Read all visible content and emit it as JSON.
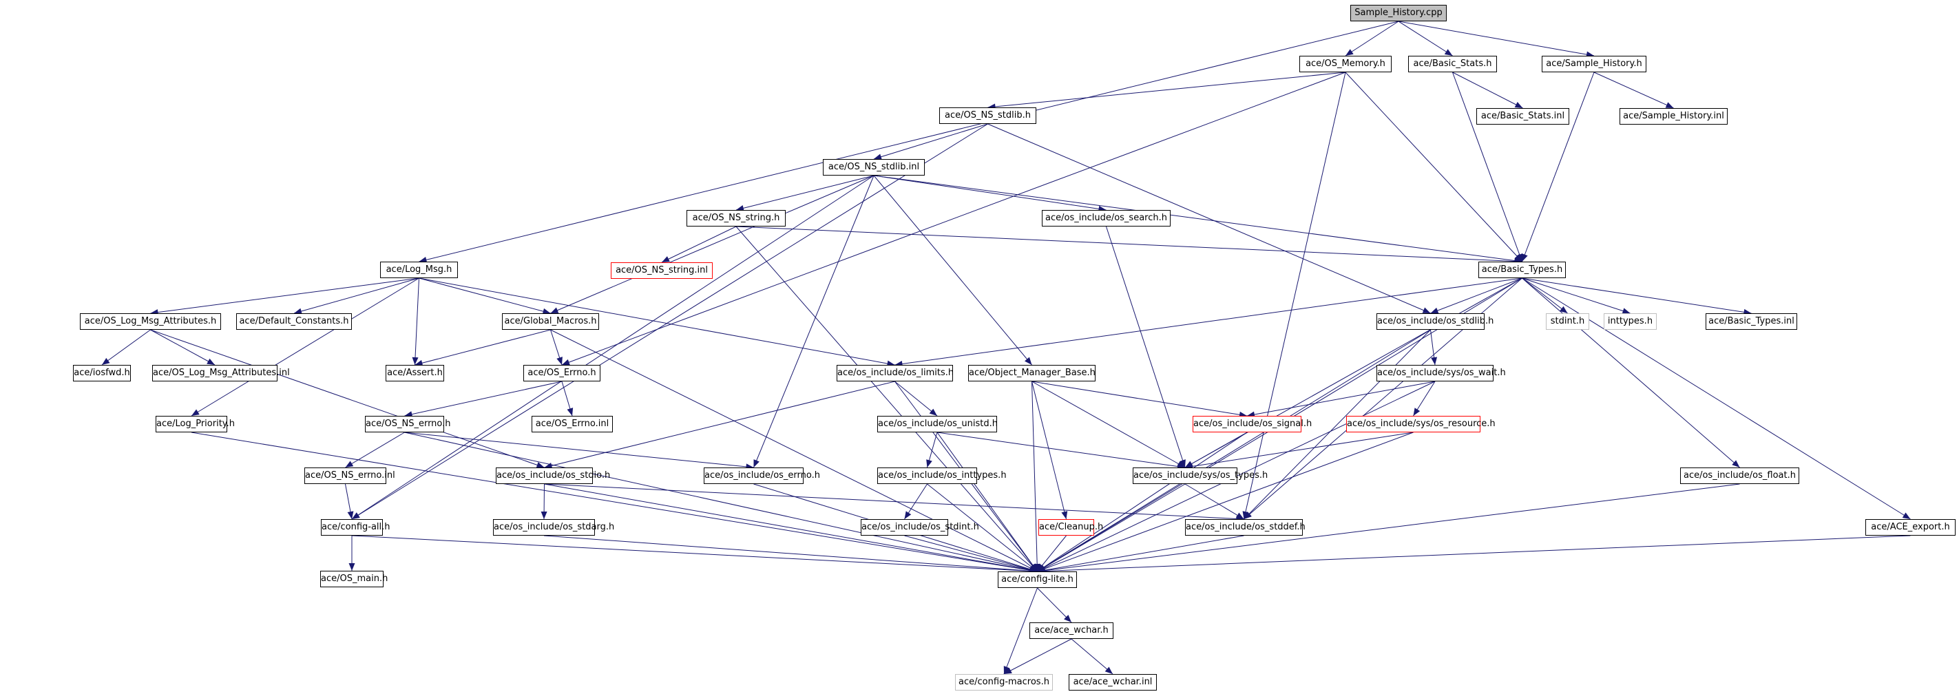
{
  "title": "Sample_History.cpp include dependency graph",
  "colors": {
    "edge": "#191970",
    "root_fill": "#bfbfbf",
    "normal_border": "#000000",
    "missing_border": "#ff0000",
    "system_border": "#bfbfbf"
  },
  "nodes": [
    {
      "id": "sample_history_cpp",
      "label": "Sample_History.cpp",
      "kind": "root"
    },
    {
      "id": "os_memory_h",
      "label": "ace/OS_Memory.h",
      "kind": "normal"
    },
    {
      "id": "basic_stats_h",
      "label": "ace/Basic_Stats.h",
      "kind": "normal"
    },
    {
      "id": "sample_history_h",
      "label": "ace/Sample_History.h",
      "kind": "normal"
    },
    {
      "id": "basic_stats_inl",
      "label": "ace/Basic_Stats.inl",
      "kind": "normal"
    },
    {
      "id": "sample_history_inl",
      "label": "ace/Sample_History.inl",
      "kind": "normal"
    },
    {
      "id": "os_ns_stdlib_h",
      "label": "ace/OS_NS_stdlib.h",
      "kind": "normal"
    },
    {
      "id": "os_ns_stdlib_inl",
      "label": "ace/OS_NS_stdlib.inl",
      "kind": "normal"
    },
    {
      "id": "os_ns_string_h",
      "label": "ace/OS_NS_string.h",
      "kind": "normal"
    },
    {
      "id": "os_search_h",
      "label": "ace/os_include/os_search.h",
      "kind": "normal"
    },
    {
      "id": "os_ns_string_inl",
      "label": "ace/OS_NS_string.inl",
      "kind": "missing"
    },
    {
      "id": "log_msg_h",
      "label": "ace/Log_Msg.h",
      "kind": "normal"
    },
    {
      "id": "basic_types_h",
      "label": "ace/Basic_Types.h",
      "kind": "normal"
    },
    {
      "id": "os_log_msg_attr_h",
      "label": "ace/OS_Log_Msg_Attributes.h",
      "kind": "normal"
    },
    {
      "id": "default_constants_h",
      "label": "ace/Default_Constants.h",
      "kind": "normal"
    },
    {
      "id": "global_macros_h",
      "label": "ace/Global_Macros.h",
      "kind": "normal"
    },
    {
      "id": "os_stdlib_h",
      "label": "ace/os_include/os_stdlib.h",
      "kind": "normal"
    },
    {
      "id": "stdint_h",
      "label": "stdint.h",
      "kind": "system"
    },
    {
      "id": "inttypes_h",
      "label": "inttypes.h",
      "kind": "system"
    },
    {
      "id": "basic_types_inl",
      "label": "ace/Basic_Types.inl",
      "kind": "normal"
    },
    {
      "id": "iosfwd_h",
      "label": "ace/iosfwd.h",
      "kind": "normal"
    },
    {
      "id": "os_log_msg_attr_inl",
      "label": "ace/OS_Log_Msg_Attributes.inl",
      "kind": "normal"
    },
    {
      "id": "assert_h",
      "label": "ace/Assert.h",
      "kind": "normal"
    },
    {
      "id": "os_errno_h_ace",
      "label": "ace/OS_Errno.h",
      "kind": "normal"
    },
    {
      "id": "os_limits_h",
      "label": "ace/os_include/os_limits.h",
      "kind": "normal"
    },
    {
      "id": "object_manager_base_h",
      "label": "ace/Object_Manager_Base.h",
      "kind": "normal"
    },
    {
      "id": "os_wait_h",
      "label": "ace/os_include/sys/os_wait.h",
      "kind": "normal"
    },
    {
      "id": "log_priority_h",
      "label": "ace/Log_Priority.h",
      "kind": "normal"
    },
    {
      "id": "os_ns_errno_h",
      "label": "ace/OS_NS_errno.h",
      "kind": "normal"
    },
    {
      "id": "os_errno_inl",
      "label": "ace/OS_Errno.inl",
      "kind": "normal"
    },
    {
      "id": "os_unistd_h",
      "label": "ace/os_include/os_unistd.h",
      "kind": "normal"
    },
    {
      "id": "os_signal_h",
      "label": "ace/os_include/os_signal.h",
      "kind": "missing"
    },
    {
      "id": "os_resource_h",
      "label": "ace/os_include/sys/os_resource.h",
      "kind": "missing"
    },
    {
      "id": "os_ns_errno_inl",
      "label": "ace/OS_NS_errno.inl",
      "kind": "normal"
    },
    {
      "id": "os_stdio_h",
      "label": "ace/os_include/os_stdio.h",
      "kind": "normal"
    },
    {
      "id": "os_errno_h_inc",
      "label": "ace/os_include/os_errno.h",
      "kind": "normal"
    },
    {
      "id": "os_inttypes_h",
      "label": "ace/os_include/os_inttypes.h",
      "kind": "normal"
    },
    {
      "id": "os_types_h",
      "label": "ace/os_include/sys/os_types.h",
      "kind": "normal"
    },
    {
      "id": "os_float_h",
      "label": "ace/os_include/os_float.h",
      "kind": "normal"
    },
    {
      "id": "config_all_h",
      "label": "ace/config-all.h",
      "kind": "normal"
    },
    {
      "id": "os_stdarg_h",
      "label": "ace/os_include/os_stdarg.h",
      "kind": "normal"
    },
    {
      "id": "os_stdint_h",
      "label": "ace/os_include/os_stdint.h",
      "kind": "normal"
    },
    {
      "id": "cleanup_h",
      "label": "ace/Cleanup.h",
      "kind": "missing"
    },
    {
      "id": "os_stddef_h",
      "label": "ace/os_include/os_stddef.h",
      "kind": "normal"
    },
    {
      "id": "ace_export_h",
      "label": "ace/ACE_export.h",
      "kind": "normal"
    },
    {
      "id": "os_main_h",
      "label": "ace/OS_main.h",
      "kind": "normal"
    },
    {
      "id": "config_lite_h",
      "label": "ace/config-lite.h",
      "kind": "normal"
    },
    {
      "id": "ace_wchar_h",
      "label": "ace/ace_wchar.h",
      "kind": "normal"
    },
    {
      "id": "config_macros_h",
      "label": "ace/config-macros.h",
      "kind": "system"
    },
    {
      "id": "ace_wchar_inl",
      "label": "ace/ace_wchar.inl",
      "kind": "normal"
    }
  ],
  "edges": [
    [
      "sample_history_cpp",
      "os_memory_h"
    ],
    [
      "sample_history_cpp",
      "basic_stats_h"
    ],
    [
      "sample_history_cpp",
      "sample_history_h"
    ],
    [
      "sample_history_cpp",
      "log_msg_h"
    ],
    [
      "os_memory_h",
      "os_ns_stdlib_h"
    ],
    [
      "os_memory_h",
      "basic_types_h"
    ],
    [
      "os_memory_h",
      "os_stddef_h"
    ],
    [
      "os_memory_h",
      "os_errno_h_ace"
    ],
    [
      "basic_stats_h",
      "basic_stats_inl"
    ],
    [
      "basic_stats_h",
      "basic_types_h"
    ],
    [
      "sample_history_h",
      "sample_history_inl"
    ],
    [
      "sample_history_h",
      "basic_types_h"
    ],
    [
      "os_ns_stdlib_h",
      "os_ns_stdlib_inl"
    ],
    [
      "os_ns_stdlib_h",
      "os_stdlib_h"
    ],
    [
      "os_ns_stdlib_h",
      "config_all_h"
    ],
    [
      "os_ns_stdlib_inl",
      "os_ns_string_h"
    ],
    [
      "os_ns_stdlib_inl",
      "os_search_h"
    ],
    [
      "os_ns_stdlib_inl",
      "basic_types_h"
    ],
    [
      "os_ns_stdlib_inl",
      "global_macros_h"
    ],
    [
      "os_ns_stdlib_inl",
      "object_manager_base_h"
    ],
    [
      "os_ns_stdlib_inl",
      "os_errno_h_inc"
    ],
    [
      "os_ns_stdlib_inl",
      "config_all_h"
    ],
    [
      "os_ns_string_h",
      "os_ns_string_inl"
    ],
    [
      "os_ns_string_h",
      "basic_types_h"
    ],
    [
      "os_ns_string_h",
      "config_lite_h"
    ],
    [
      "os_search_h",
      "os_types_h"
    ],
    [
      "log_msg_h",
      "os_log_msg_attr_h"
    ],
    [
      "log_msg_h",
      "default_constants_h"
    ],
    [
      "log_msg_h",
      "global_macros_h"
    ],
    [
      "log_msg_h",
      "assert_h"
    ],
    [
      "log_msg_h",
      "log_priority_h"
    ],
    [
      "log_msg_h",
      "os_limits_h"
    ],
    [
      "basic_types_h",
      "os_stdlib_h"
    ],
    [
      "basic_types_h",
      "stdint_h"
    ],
    [
      "basic_types_h",
      "inttypes_h"
    ],
    [
      "basic_types_h",
      "basic_types_inl"
    ],
    [
      "basic_types_h",
      "os_limits_h"
    ],
    [
      "basic_types_h",
      "os_types_h"
    ],
    [
      "basic_types_h",
      "os_float_h"
    ],
    [
      "basic_types_h",
      "ace_export_h"
    ],
    [
      "basic_types_h",
      "os_stddef_h"
    ],
    [
      "basic_types_h",
      "config_lite_h"
    ],
    [
      "os_log_msg_attr_h",
      "iosfwd_h"
    ],
    [
      "os_log_msg_attr_h",
      "os_log_msg_attr_inl"
    ],
    [
      "os_log_msg_attr_h",
      "os_stdio_h"
    ],
    [
      "global_macros_h",
      "assert_h"
    ],
    [
      "global_macros_h",
      "os_errno_h_ace"
    ],
    [
      "global_macros_h",
      "config_lite_h"
    ],
    [
      "os_stdlib_h",
      "os_wait_h"
    ],
    [
      "os_stdlib_h",
      "os_stddef_h"
    ],
    [
      "os_stdlib_h",
      "config_lite_h"
    ],
    [
      "os_errno_h_ace",
      "os_ns_errno_h"
    ],
    [
      "os_errno_h_ace",
      "os_errno_inl"
    ],
    [
      "os_limits_h",
      "os_unistd_h"
    ],
    [
      "os_limits_h",
      "os_stdio_h"
    ],
    [
      "os_limits_h",
      "config_lite_h"
    ],
    [
      "object_manager_base_h",
      "os_signal_h"
    ],
    [
      "object_manager_base_h",
      "os_types_h"
    ],
    [
      "object_manager_base_h",
      "cleanup_h"
    ],
    [
      "object_manager_base_h",
      "config_lite_h"
    ],
    [
      "os_wait_h",
      "os_signal_h"
    ],
    [
      "os_wait_h",
      "os_resource_h"
    ],
    [
      "os_wait_h",
      "config_lite_h"
    ],
    [
      "log_priority_h",
      "config_lite_h"
    ],
    [
      "os_ns_errno_h",
      "os_ns_errno_inl"
    ],
    [
      "os_ns_errno_h",
      "os_errno_h_inc"
    ],
    [
      "os_ns_errno_h",
      "config_lite_h"
    ],
    [
      "os_unistd_h",
      "os_inttypes_h"
    ],
    [
      "os_unistd_h",
      "os_types_h"
    ],
    [
      "os_unistd_h",
      "config_lite_h"
    ],
    [
      "os_signal_h",
      "os_types_h"
    ],
    [
      "os_signal_h",
      "config_lite_h"
    ],
    [
      "os_resource_h",
      "os_types_h"
    ],
    [
      "os_resource_h",
      "config_lite_h"
    ],
    [
      "os_ns_errno_inl",
      "config_all_h"
    ],
    [
      "os_stdio_h",
      "os_stdarg_h"
    ],
    [
      "os_stdio_h",
      "os_stddef_h"
    ],
    [
      "os_stdio_h",
      "config_lite_h"
    ],
    [
      "os_errno_h_inc",
      "config_lite_h"
    ],
    [
      "os_inttypes_h",
      "os_stdint_h"
    ],
    [
      "os_inttypes_h",
      "config_lite_h"
    ],
    [
      "os_types_h",
      "os_stddef_h"
    ],
    [
      "os_types_h",
      "config_lite_h"
    ],
    [
      "os_float_h",
      "config_lite_h"
    ],
    [
      "config_all_h",
      "os_main_h"
    ],
    [
      "config_all_h",
      "config_lite_h"
    ],
    [
      "os_stdarg_h",
      "config_lite_h"
    ],
    [
      "os_stdint_h",
      "config_lite_h"
    ],
    [
      "cleanup_h",
      "config_lite_h"
    ],
    [
      "os_stddef_h",
      "config_lite_h"
    ],
    [
      "ace_export_h",
      "config_lite_h"
    ],
    [
      "config_lite_h",
      "ace_wchar_h"
    ],
    [
      "config_lite_h",
      "config_macros_h"
    ],
    [
      "ace_wchar_h",
      "config_macros_h"
    ],
    [
      "ace_wchar_h",
      "ace_wchar_inl"
    ]
  ]
}
